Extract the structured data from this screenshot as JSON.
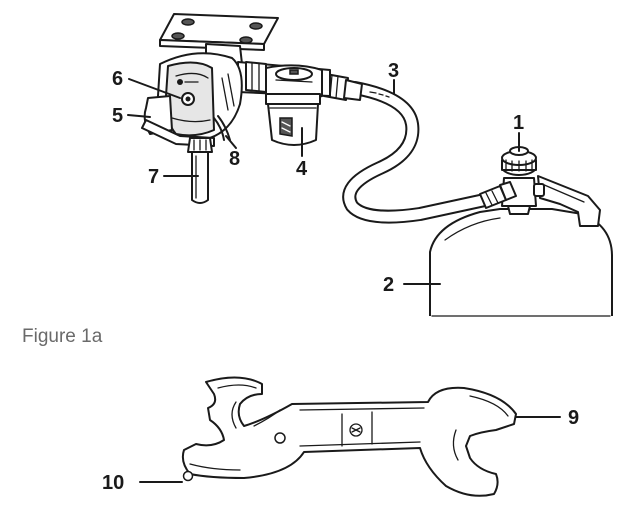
{
  "caption": "Figure 1a",
  "callouts": {
    "c1": "1",
    "c2": "2",
    "c3": "3",
    "c4": "4",
    "c5": "5",
    "c6": "6",
    "c7": "7",
    "c8": "8",
    "c9": "9",
    "c10": "10"
  },
  "colors": {
    "line": "#1a1a1a",
    "caption": "#6a6a6a",
    "background": "#ffffff"
  }
}
